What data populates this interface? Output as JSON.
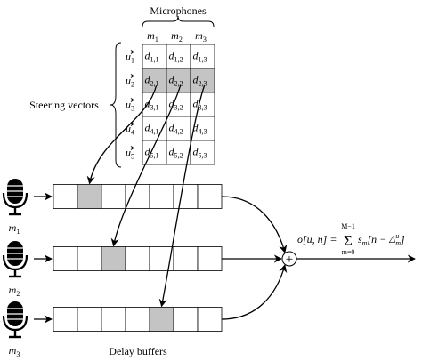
{
  "diagram": {
    "header_microphones": "Microphones",
    "label_steering_vectors": "Steering vectors",
    "label_delay_buffers": "Delay buffers",
    "matrix": {
      "columns": [
        {
          "m": "m",
          "sub": "1"
        },
        {
          "m": "m",
          "sub": "2"
        },
        {
          "m": "m",
          "sub": "3"
        }
      ],
      "rows": [
        {
          "u": "u",
          "usub": "1",
          "cells": [
            {
              "d": "d",
              "sub": "1,1"
            },
            {
              "d": "d",
              "sub": "1,2"
            },
            {
              "d": "d",
              "sub": "1,3"
            }
          ],
          "highlighted": false
        },
        {
          "u": "u",
          "usub": "2",
          "cells": [
            {
              "d": "d",
              "sub": "2,1"
            },
            {
              "d": "d",
              "sub": "2,2"
            },
            {
              "d": "d",
              "sub": "2,3"
            }
          ],
          "highlighted": true
        },
        {
          "u": "u",
          "usub": "3",
          "cells": [
            {
              "d": "d",
              "sub": "3,1"
            },
            {
              "d": "d",
              "sub": "3,2"
            },
            {
              "d": "d",
              "sub": "3,3"
            }
          ],
          "highlighted": false
        },
        {
          "u": "u",
          "usub": "4",
          "cells": [
            {
              "d": "d",
              "sub": "4,1"
            },
            {
              "d": "d",
              "sub": "4,2"
            },
            {
              "d": "d",
              "sub": "4,3"
            }
          ],
          "highlighted": false
        },
        {
          "u": "u",
          "usub": "5",
          "cells": [
            {
              "d": "d",
              "sub": "5,1"
            },
            {
              "d": "d",
              "sub": "5,2"
            },
            {
              "d": "d",
              "sub": "5,3"
            }
          ],
          "highlighted": false
        }
      ]
    },
    "microphones": [
      {
        "m": "m",
        "sub": "1",
        "highlight_index": 1
      },
      {
        "m": "m",
        "sub": "2",
        "highlight_index": 2
      },
      {
        "m": "m",
        "sub": "3",
        "highlight_index": 4
      }
    ],
    "buffer_cells": 7,
    "sum_symbol": "+",
    "formula": {
      "lhs": "o[u, n] =",
      "sum_top": "M−1",
      "sum_sym": "Σ",
      "sum_bottom": "m=0",
      "term": "s",
      "term_sub": "m",
      "arg": "[n − Δ",
      "arg_sup": "u",
      "arg_sub": "m",
      "arg_close": "]"
    },
    "colors": {
      "highlight": "#c4c4c4",
      "stroke": "#000000"
    },
    "icons": [
      "microphone-icon"
    ]
  }
}
